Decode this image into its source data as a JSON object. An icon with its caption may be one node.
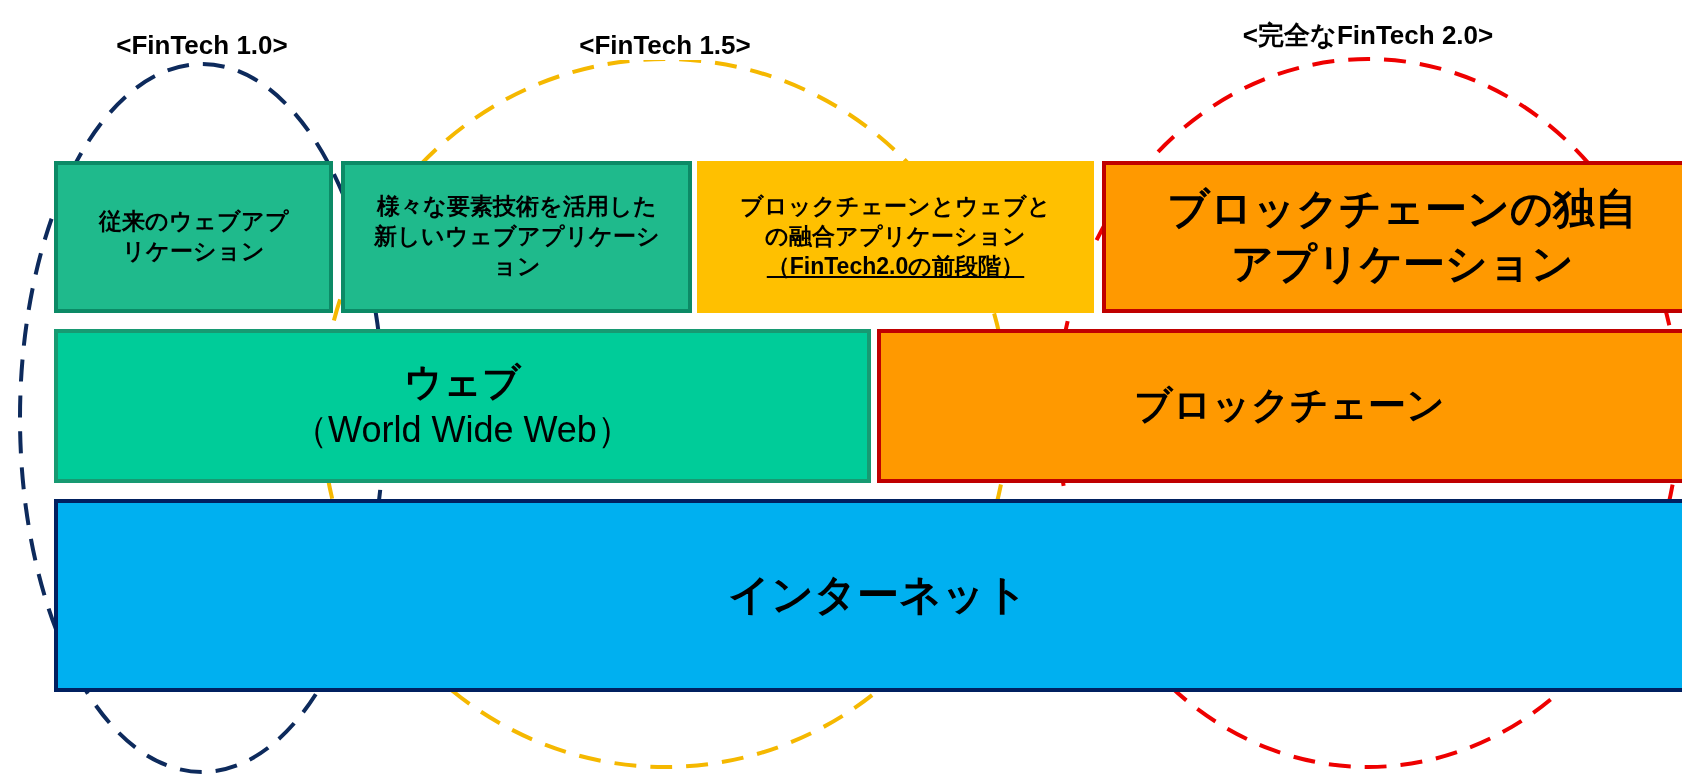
{
  "diagram": {
    "nodes": [
      {
        "text": [
          "<FinTech 1.0>"
        ]
      },
      {
        "text": [
          "<FinTech 1.5>"
        ]
      },
      {
        "text": [
          "<完全なFinTech 2.0>"
        ]
      },
      {
        "text": [
          "従来のウェブアプリケーション"
        ],
        "in": 0
      },
      {
        "text": [
          "様々な要素技術を活用した新しいウェブアプリケーション"
        ],
        "in": 1
      },
      {
        "text": [
          "ブロックチェーンとウェブとの融合アプリケーション",
          "（FinTech2.0の前段階）"
        ]
      },
      {
        "text": [
          "ブロックチェーンの独自アプリケーション"
        ],
        "in": 2
      },
      {
        "text": [
          "ウェブ",
          "（World Wide Web）"
        ]
      },
      {
        "text": [
          "ブロックチェーン"
        ]
      },
      {
        "text": [
          "インターネット"
        ]
      }
    ]
  }
}
